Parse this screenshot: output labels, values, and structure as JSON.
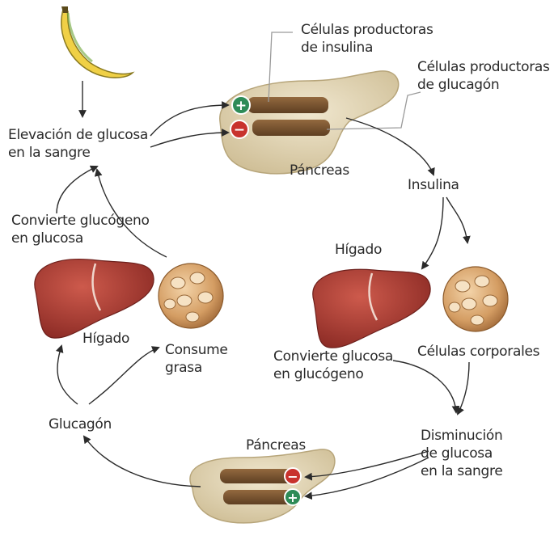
{
  "labels": {
    "insulin_cells": "Células productoras\nde insulina",
    "glucagon_cells": "Células productoras\nde glucagón",
    "glucose_rise": "Elevación de glucosa\nen la sangre",
    "pancreas_top": "Páncreas",
    "insulin": "Insulina",
    "glycogen_to_glucose": "Convierte glucógeno\nen glucosa",
    "liver_left": "Hígado",
    "liver_right": "Hígado",
    "burns_fat": "Consume\ngrasa",
    "glucose_to_glycogen": "Convierte glucosa\nen glucógeno",
    "body_cells": "Células corporales",
    "glucagon": "Glucagón",
    "glucose_drop": "Disminución\nde glucosa\nen la sangre",
    "pancreas_bottom": "Páncreas"
  },
  "signs": {
    "plus": "+",
    "minus": "−"
  },
  "colors": {
    "pancreas": "#e6dcc2",
    "pancreas_shadow": "#c9b991",
    "islet_band": "#7a5634",
    "liver": "#a8372e",
    "liver_highlight": "#c8564a",
    "cell_sphere": "#d9a872",
    "plus_badge": "#2e8b57",
    "minus_badge": "#c8322d",
    "arrow": "#2b2b2b",
    "leader_line": "#9a9a9a",
    "banana": "#f0d046"
  },
  "icons": [
    "banana-icon",
    "pancreas-icon",
    "liver-icon",
    "body-cells-icon",
    "fat-cells-icon"
  ]
}
